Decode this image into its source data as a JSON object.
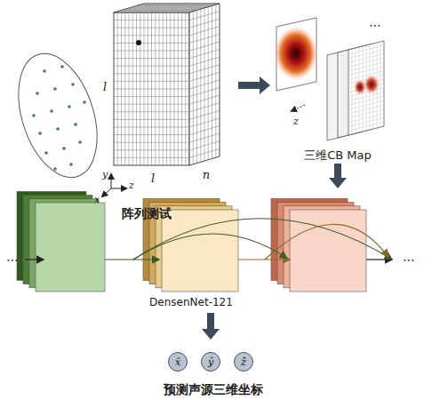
{
  "diagram": {
    "nodes": [
      {
        "text": [
          "x̂"
        ]
      },
      {
        "text": [
          "ŷ"
        ]
      },
      {
        "text": [
          "ẑ"
        ]
      }
    ],
    "labels": [
      "l",
      "l",
      "n",
      "y",
      "x",
      "z",
      "阵列测试",
      "⋯",
      "z",
      "三维CB Map",
      "⋯",
      "⋯",
      "DensenNet-121",
      "预测声源三维坐标"
    ]
  }
}
